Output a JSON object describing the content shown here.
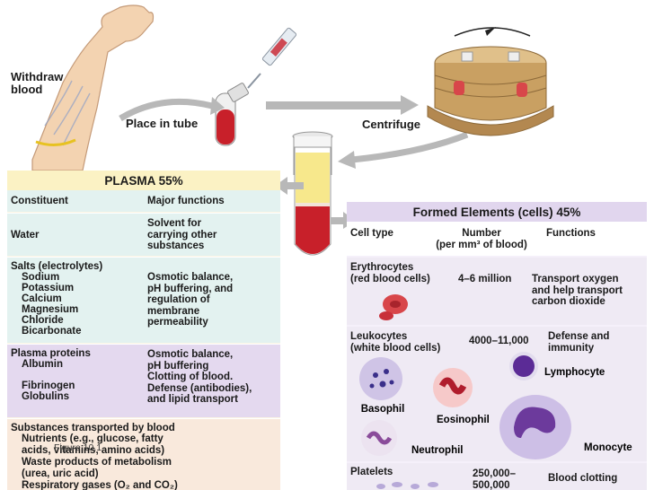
{
  "steps": {
    "withdraw_blood": "Withdraw\nblood",
    "place_in_tube": "Place in tube",
    "centrifuge": "Centrifuge"
  },
  "plasma": {
    "title": "PLASMA 55%",
    "header": {
      "constituent": "Constituent",
      "functions": "Major functions"
    },
    "rows": [
      {
        "constituent": "Water",
        "items": [],
        "functions": "Solvent for\ncarrying other\nsubstances"
      },
      {
        "constituent": "Salts (electrolytes)",
        "items": [
          "Sodium",
          "Potassium",
          "Calcium",
          "Magnesium",
          "Chloride",
          "Bicarbonate"
        ],
        "functions": "Osmotic balance,\npH buffering, and\nregulation of\nmembrane\npermeability"
      },
      {
        "constituent": "Plasma proteins",
        "items": [
          "Albumin",
          "",
          "Fibrinogen",
          "Globulins"
        ],
        "functions": "Osmotic balance,\npH buffering\nClotting of blood.\nDefense (antibodies),\nand lipid transport"
      },
      {
        "constituent": "Substances transported by blood",
        "items": [
          "Nutrients (e.g., glucose, fatty\n   acids, vitamins, amino acids)",
          "Waste products of metabolism\n   (urea, uric acid)",
          "Respiratory gases (O₂ and CO₂)"
        ],
        "functions": ""
      }
    ],
    "figure_label": "Figure 10.1"
  },
  "formed": {
    "title": "Formed Elements (cells) 45%",
    "header": {
      "cell_type": "Cell type",
      "number": "Number\n(per mm³ of blood)",
      "functions": "Functions"
    },
    "rows": [
      {
        "cell_type": "Erythrocytes\n(red blood cells)",
        "number": "4–6 million",
        "functions": "Transport oxygen\nand help transport\ncarbon dioxide"
      },
      {
        "cell_type": "Leukocytes\n(white blood cells)",
        "number": "4000–11,000",
        "functions": "Defense and\nimmunity"
      },
      {
        "cell_type": "Platelets",
        "number": "250,000–\n500,000",
        "functions": "Blood clotting"
      }
    ],
    "leukocytes": [
      "Lymphocyte",
      "Basophil",
      "Eosinophil",
      "Neutrophil",
      "Monocyte"
    ]
  },
  "colors": {
    "plasma_yellow": "#fbf2c4",
    "plasma_blue": "#e3f2f0",
    "plasma_purple": "#e4d9ef",
    "formed_header": "#e1d6ee",
    "blood_red": "#c8202a",
    "arrow_gray": "#b8b8b8"
  }
}
